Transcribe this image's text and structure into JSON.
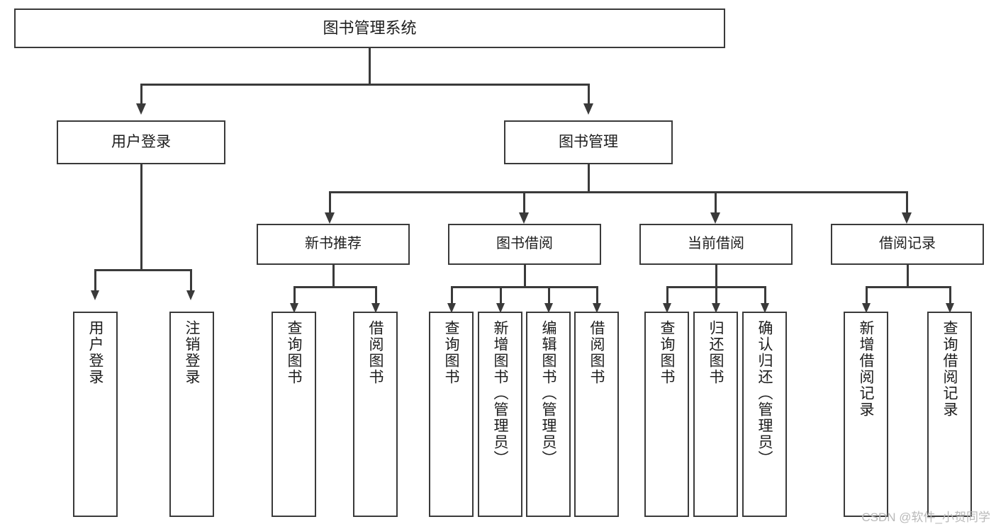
{
  "diagram": {
    "title": "图书管理系统",
    "type": "hierarchy-tree",
    "root": {
      "id": "root",
      "label": "图书管理系统"
    },
    "level2": [
      {
        "id": "user-login",
        "label": "用户登录"
      },
      {
        "id": "book-management",
        "label": "图书管理"
      }
    ],
    "level3": [
      {
        "id": "new-book-recommend",
        "label": "新书推荐"
      },
      {
        "id": "book-borrow",
        "label": "图书借阅"
      },
      {
        "id": "current-borrow",
        "label": "当前借阅"
      },
      {
        "id": "borrow-record",
        "label": "借阅记录"
      }
    ],
    "leaves": {
      "user_login": [
        {
          "id": "leaf-user-login",
          "label": "用户登录"
        },
        {
          "id": "leaf-logout-login",
          "label": "注销登录"
        }
      ],
      "new_book_recommend": [
        {
          "id": "leaf-query-book-1",
          "label": "查询图书"
        },
        {
          "id": "leaf-borrow-book-1",
          "label": "借阅图书"
        }
      ],
      "book_borrow": [
        {
          "id": "leaf-query-book-2",
          "label": "查询图书"
        },
        {
          "id": "leaf-add-book",
          "label": "新增图书（管理员）"
        },
        {
          "id": "leaf-edit-book",
          "label": "编辑图书（管理员）"
        },
        {
          "id": "leaf-borrow-book-2",
          "label": "借阅图书"
        }
      ],
      "current_borrow": [
        {
          "id": "leaf-query-book-3",
          "label": "查询图书"
        },
        {
          "id": "leaf-return-book",
          "label": "归还图书"
        },
        {
          "id": "leaf-confirm-return",
          "label": "确认归还（管理员）"
        }
      ],
      "borrow_record": [
        {
          "id": "leaf-add-record",
          "label": "新增借阅记录"
        },
        {
          "id": "leaf-query-record",
          "label": "查询借阅记录"
        }
      ]
    }
  },
  "watermark": {
    "text": "CSDN @软件_小贺同学"
  },
  "colors": {
    "border": "#3a3a3a",
    "background": "#ffffff",
    "text": "#1d1d1d",
    "watermark": "#b9b9b9"
  }
}
